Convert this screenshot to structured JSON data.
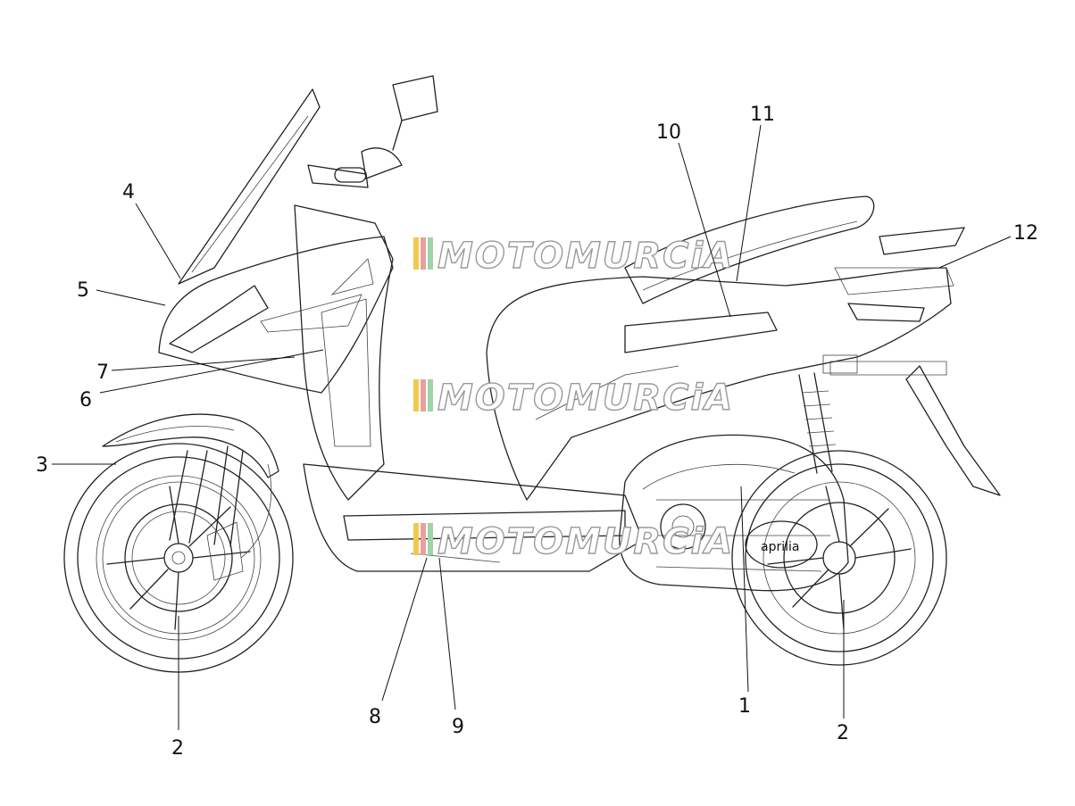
{
  "callouts": [
    {
      "id": "1",
      "text": "1"
    },
    {
      "id": "2a",
      "text": "2"
    },
    {
      "id": "2b",
      "text": "2"
    },
    {
      "id": "3",
      "text": "3"
    },
    {
      "id": "4",
      "text": "4"
    },
    {
      "id": "5",
      "text": "5"
    },
    {
      "id": "6",
      "text": "6"
    },
    {
      "id": "7",
      "text": "7"
    },
    {
      "id": "8",
      "text": "8"
    },
    {
      "id": "9",
      "text": "9"
    },
    {
      "id": "10",
      "text": "10"
    },
    {
      "id": "11",
      "text": "11"
    },
    {
      "id": "12",
      "text": "12"
    }
  ],
  "watermark": {
    "text": "MOTOMURCiA",
    "stripe_colors": [
      "#f2c94c",
      "#e8a0a0",
      "#9fd3a8"
    ]
  },
  "decal": {
    "text": "aprilia"
  }
}
